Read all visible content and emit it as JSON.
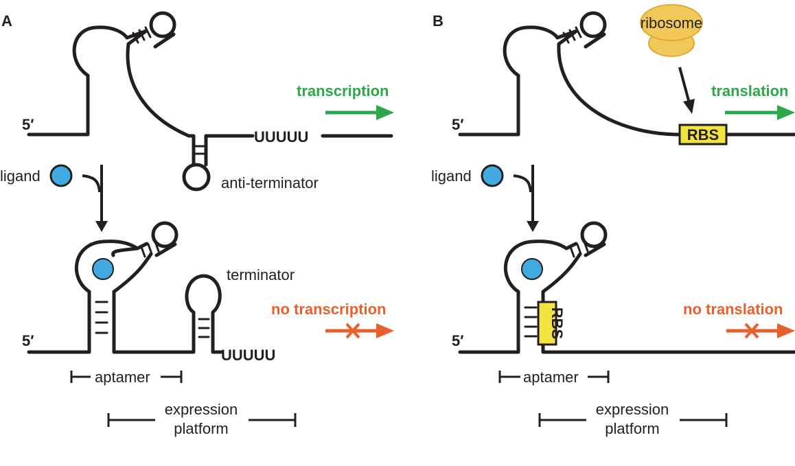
{
  "panel_a": {
    "letter": "A",
    "five_prime_top": "5′",
    "five_prime_bottom": "5′",
    "ligand_label": "ligand",
    "uuuuu_top": "UUUUU",
    "uuuuu_bottom": "UUUUU",
    "anti_terminator_label": "anti-terminator",
    "terminator_label": "terminator",
    "on_label": "transcription",
    "off_label": "no transcription",
    "aptamer_label": "aptamer",
    "expression_label_line1": "expression",
    "expression_label_line2": "platform"
  },
  "panel_b": {
    "letter": "B",
    "five_prime_top": "5′",
    "five_prime_bottom": "5′",
    "ligand_label": "ligand",
    "ribosome_label": "ribosome",
    "rbs_top": "RBS",
    "rbs_bottom": "RBS",
    "on_label": "translation",
    "off_label": "no translation",
    "aptamer_label": "aptamer",
    "expression_label_line1": "expression",
    "expression_label_line2": "platform"
  },
  "colors": {
    "strand": "#231f20",
    "ligand": "#3fa9e0",
    "on_arrow": "#2aa84a",
    "off_arrow": "#e8602c",
    "rbs_fill": "#f2e33f",
    "ribosome_fill": "#f1c85a",
    "ribosome_stroke": "#e2a92e"
  }
}
